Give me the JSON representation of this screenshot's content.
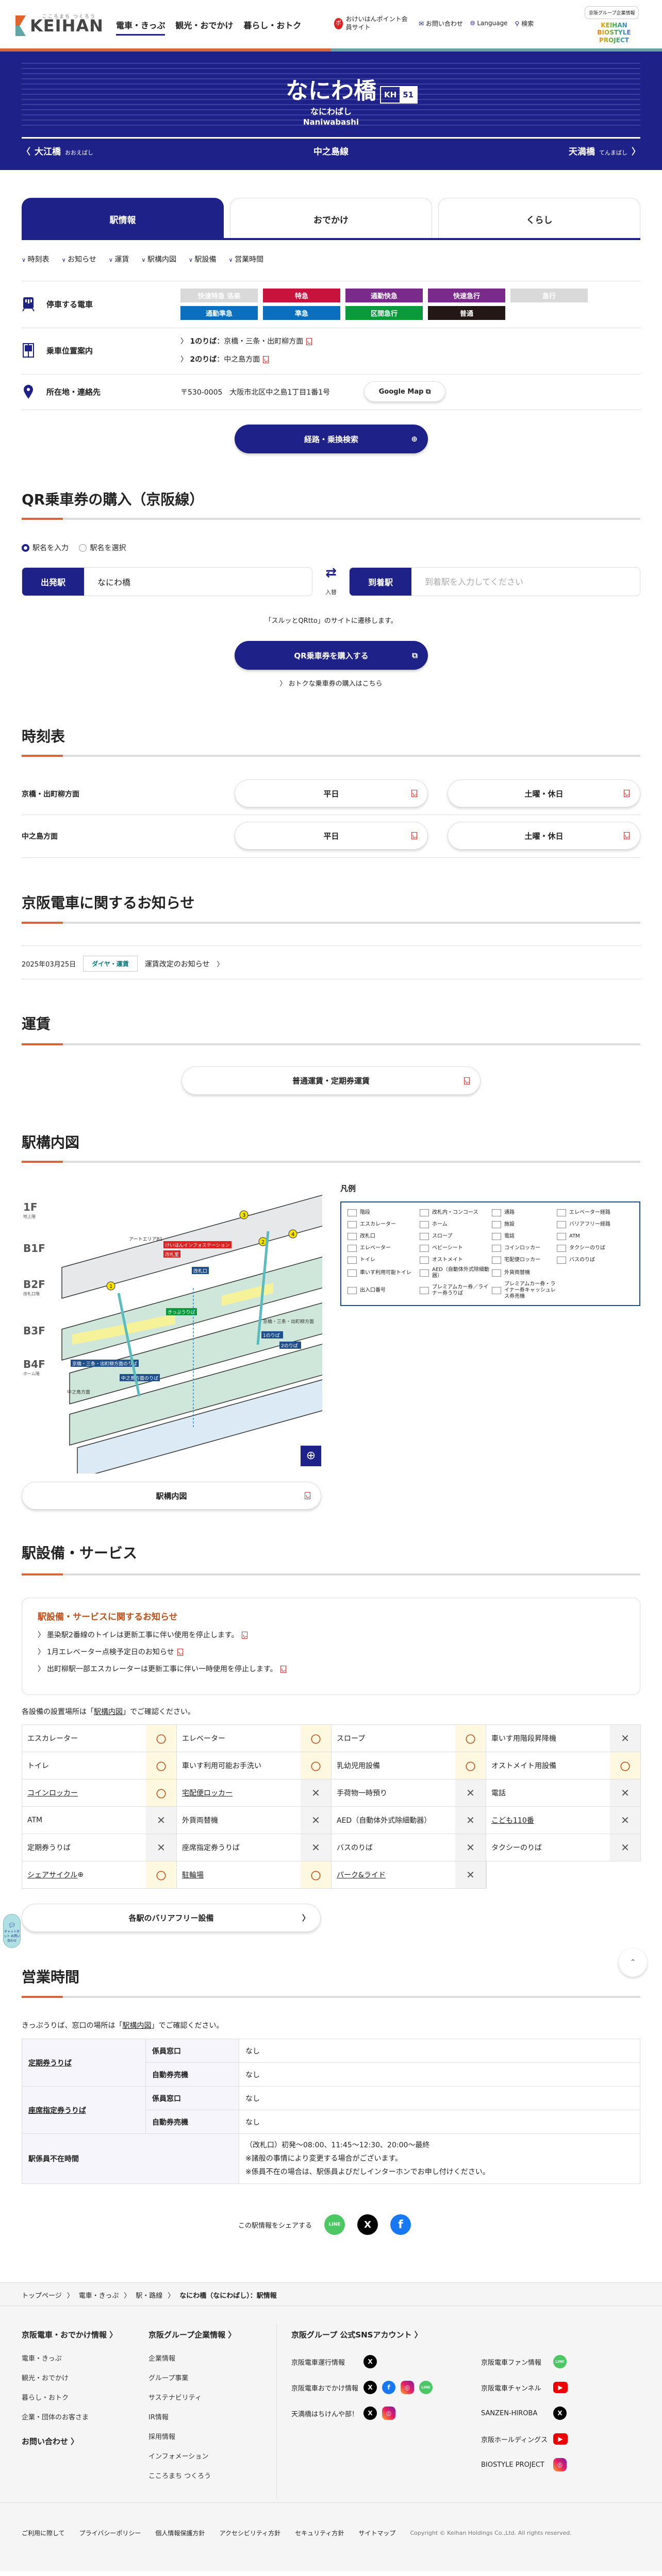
{
  "header": {
    "logo_tagline": "こころまち つくろう",
    "logo_text": "KEIHAN",
    "nav": [
      "電車・きっぷ",
      "観光・おでかけ",
      "暮らし・おトク"
    ],
    "points_icon": "ポ",
    "points": "おけいはんポイント会員サイト",
    "contact": "お問い合わせ",
    "language": "Language",
    "search": "検索",
    "corp": "京阪グループ企業情報",
    "biostyle": "KEIHAN BIOSTYLE PROJECT"
  },
  "station": {
    "name": "なにわ橋",
    "code_prefix": "KH",
    "code_number": "51",
    "reading": "なにわばし",
    "romaji": "Naniwabashi",
    "prev_name": "大江橋",
    "prev_reading": "おおえばし",
    "line": "中之島線",
    "next_name": "天満橋",
    "next_reading": "てんまばし"
  },
  "tabs": [
    "駅情報",
    "おでかけ",
    "くらし"
  ],
  "anchors": [
    "時刻表",
    "お知らせ",
    "運賃",
    "駅構内図",
    "駅設備",
    "営業時間"
  ],
  "info": {
    "trains_label": "停車する電車",
    "trains": [
      {
        "label": "快速特急 洛楽",
        "color": "#d9d9d9"
      },
      {
        "label": "特急",
        "color": "#c8143c"
      },
      {
        "label": "通勤快急",
        "color": "#7a2a8a"
      },
      {
        "label": "快速急行",
        "color": "#7a2a8a"
      },
      {
        "label": "急行",
        "color": "#d9d9d9"
      },
      {
        "label": "通勤準急",
        "color": "#0a6fbf"
      },
      {
        "label": "準急",
        "color": "#0a6fbf"
      },
      {
        "label": "区間急行",
        "color": "#0a9a3c"
      },
      {
        "label": "普通",
        "color": "#231815"
      }
    ],
    "boarding_label": "乗車位置案内",
    "platforms": [
      {
        "num": "1のりば",
        "dest": "：京橋・三条・出町柳方面"
      },
      {
        "num": "2のりば",
        "dest": "：中之島方面"
      }
    ],
    "address_label": "所在地・連絡先",
    "address": "〒530-0005　大阪市北区中之島1丁目1番1号",
    "map_button": "Google Map",
    "route_button": "経路・乗換検索"
  },
  "qr": {
    "title": "QR乗車券の購入（京阪線）",
    "radio_input": "駅名を入力",
    "radio_select": "駅名を選択",
    "depart_label": "出発駅",
    "depart_value": "なにわ橋",
    "swap_label": "入替",
    "arrive_label": "到着駅",
    "arrive_placeholder": "到着駅を入力してください",
    "notice": "「スルッとQRtto」のサイトに遷移します。",
    "buy_button": "QR乗車券を購入する",
    "deal_link": "おトクな乗車券の購入はこちら"
  },
  "timetable": {
    "title": "時刻表",
    "rows": [
      {
        "direction": "京橋・出町柳方面",
        "weekday": "平日",
        "holiday": "土曜・休日"
      },
      {
        "direction": "中之島方面",
        "weekday": "平日",
        "holiday": "土曜・休日"
      }
    ]
  },
  "news": {
    "title": "京阪電車に関するお知らせ",
    "items": [
      {
        "date": "2025年03月25日",
        "tag": "ダイヤ・運賃",
        "text": "運賃改定のお知らせ"
      }
    ]
  },
  "fare": {
    "title": "運賃",
    "button": "普通運賃・定期券運賃"
  },
  "station_map": {
    "title": "駅構内図",
    "floors": [
      {
        "label": "1F",
        "sub": "地上階"
      },
      {
        "label": "B1F",
        "sub": ""
      },
      {
        "label": "B2F",
        "sub": "改札口階"
      },
      {
        "label": "B3F",
        "sub": ""
      },
      {
        "label": "B4F",
        "sub": "ホーム階"
      }
    ],
    "labels": [
      "アートエリアB1",
      "けいはんインフォステーション",
      "改札室",
      "改札口",
      "きっぷうりば",
      "1のりば",
      "2のりば",
      "京橋・三条・出町柳方面のりば",
      "中之島方面のりば",
      "京橋・三条・出町柳方面",
      "中之島方面"
    ],
    "exits": [
      "1",
      "2",
      "3",
      "4"
    ],
    "button": "駅構内図",
    "legend_title": "凡例",
    "legend": [
      "階段",
      "エスカレーター",
      "改札口",
      "エレベーター",
      "トイレ",
      "車いす利用可能トイレ",
      "出入口番号",
      "改札内・コンコース",
      "ホーム",
      "スロープ",
      "ベビーシート",
      "オストメイト",
      "AED（自動体外式除細動器）",
      "プレミアムカー券／ライナー券うりば",
      "通路",
      "施設",
      "電話",
      "コインロッカー",
      "宅配便ロッカー",
      "外貨両替機",
      "プレミアムカー券・ライナー券キャッシュレス券売機",
      "エレベーター経路",
      "バリアフリー経路",
      "ATM",
      "タクシーのりば",
      "バスのりば"
    ]
  },
  "facilities": {
    "title": "駅設備・サービス",
    "notice_title": "駅設備・サービスに関するお知らせ",
    "notices": [
      "墨染駅2番線のトイレは更新工事に伴い使用を停止します。",
      "1月エレベーター点検予定日のお知らせ",
      "出町柳駅一部エスカレーターは更新工事に伴い一時使用を停止します。"
    ],
    "note_before": "各設備の設置場所は「",
    "note_link": "駅構内図",
    "note_after": "」でご確認ください。",
    "yes_mark": "〇",
    "no_mark": "✕",
    "items": [
      {
        "name": "エスカレーター",
        "available": true
      },
      {
        "name": "エレベーター",
        "available": true
      },
      {
        "name": "スロープ",
        "available": true
      },
      {
        "name": "車いす用階段昇降機",
        "available": false
      },
      {
        "name": "トイレ",
        "available": true
      },
      {
        "name": "車いす利用可能お手洗い",
        "available": true
      },
      {
        "name": "乳幼児用設備",
        "available": true
      },
      {
        "name": "オストメイト用設備",
        "available": true
      },
      {
        "name": "コインロッカー",
        "available": true,
        "link": true
      },
      {
        "name": "宅配便ロッカー",
        "available": false,
        "link": true
      },
      {
        "name": "手荷物一時預り",
        "available": false
      },
      {
        "name": "電話",
        "available": false
      },
      {
        "name": "ATM",
        "available": false
      },
      {
        "name": "外貨両替機",
        "available": false
      },
      {
        "name": "AED（自動体外式除細動器）",
        "available": false
      },
      {
        "name": "こども110番",
        "available": false,
        "link": true
      },
      {
        "name": "定期券うりば",
        "available": false
      },
      {
        "name": "座席指定券うりば",
        "available": false
      },
      {
        "name": "バスのりば",
        "available": false
      },
      {
        "name": "タクシーのりば",
        "available": false
      },
      {
        "name": "シェアサイクル",
        "available": true,
        "link": true,
        "zoom": true
      },
      {
        "name": "駐輪場",
        "available": true,
        "link": true
      },
      {
        "name": "パーク&ライド",
        "available": false,
        "link": true
      }
    ],
    "barrier_free_button": "各駅のバリアフリー設備",
    "chatbot": "チャットボット お問い合わせ"
  },
  "hours": {
    "title": "営業時間",
    "note_before": "きっぷうりば、窓口の場所は「",
    "note_link": "駅構内図",
    "note_after": "」でご確認ください。",
    "groups": [
      {
        "name": "定期券うりば",
        "rows": [
          {
            "k": "係員窓口",
            "v": "なし"
          },
          {
            "k": "自動券売機",
            "v": "なし"
          }
        ]
      },
      {
        "name": "座席指定券うりば",
        "rows": [
          {
            "k": "係員窓口",
            "v": "なし"
          },
          {
            "k": "自動券売機",
            "v": "なし"
          }
        ]
      }
    ],
    "absent_label": "駅係員不在時間",
    "absent_lines": [
      "（改札口）初発～08:00、11:45～12:30、20:00～最終",
      "※諸般の事情により変更する場合がございます。",
      "※係員不在の場合は、駅係員よびだしインターホンでお申し付けください。"
    ]
  },
  "share": {
    "label": "この駅情報をシェアする",
    "line": "LINE",
    "x": "X",
    "facebook": "f"
  },
  "breadcrumb": [
    "トップページ",
    "電車・きっぷ",
    "駅・路線",
    "なにわ橋（なにわばし）：駅情報"
  ],
  "footer": {
    "col1_title": "京阪電車・おでかけ情報",
    "col1": [
      "電車・きっぷ",
      "観光・おでかけ",
      "暮らし・おトク",
      "企業・団体のお客さま"
    ],
    "contact": "お問い合わせ",
    "col2_title": "京阪グループ企業情報",
    "col2": [
      "企業情報",
      "グループ事業",
      "サステナビリティ",
      "IR情報",
      "採用情報",
      "インフォメーション",
      "こころまち つくろう"
    ],
    "sns_title": "京阪グループ 公式SNSアカウント",
    "sns_left": [
      {
        "name": "京阪電車運行情報",
        "icons": [
          "x"
        ]
      },
      {
        "name": "京阪電車おでかけ情報",
        "icons": [
          "x",
          "f",
          "i",
          "l"
        ]
      },
      {
        "name": "天満橋はちけんや部！",
        "icons": [
          "x",
          "i"
        ]
      }
    ],
    "sns_right": [
      {
        "name": "京阪電車ファン情報",
        "icons": [
          "l"
        ]
      },
      {
        "name": "京阪電車チャンネル",
        "icons": [
          "y"
        ]
      },
      {
        "name": "SANZEN-HIROBA",
        "icons": [
          "x"
        ]
      },
      {
        "name": "京阪ホールディングス",
        "icons": [
          "y"
        ]
      },
      {
        "name": "BIOSTYLE PROJECT",
        "icons": [
          "i"
        ]
      }
    ],
    "bottom_links": [
      "ご利用に際して",
      "プライバシーポリシー",
      "個人情報保護方針",
      "アクセシビリティ方針",
      "セキュリティ方針",
      "サイトマップ"
    ],
    "copyright": "Copyright © Keihan Holdings Co.,Ltd. All rights reserved."
  }
}
